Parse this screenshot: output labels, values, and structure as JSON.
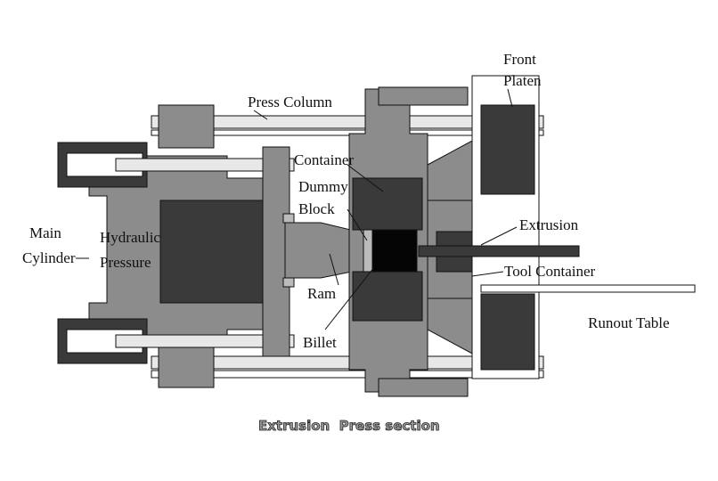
{
  "title": "Extrusion  Press section",
  "labels": {
    "front_platen_1": "Front",
    "front_platen_2": "Platen",
    "press_column": "Press Column",
    "container": "Container",
    "dummy_block_1": "Dummy",
    "dummy_block_2": "Block",
    "extrusion": "Extrusion",
    "tool_container": "Tool Container",
    "runout_table": "Runout Table",
    "ram": "Ram",
    "billet": "Billet",
    "main_cylinder_1": "Main",
    "main_cylinder_2": "Cylinder",
    "hydraulic_pressure_1": "Hydraulic",
    "hydraulic_pressure_2": "Pressure"
  },
  "colors": {
    "gray": "#8c8c8c",
    "dark": "#3a3a3a",
    "black": "#050505",
    "light": "#d8d8d8"
  }
}
